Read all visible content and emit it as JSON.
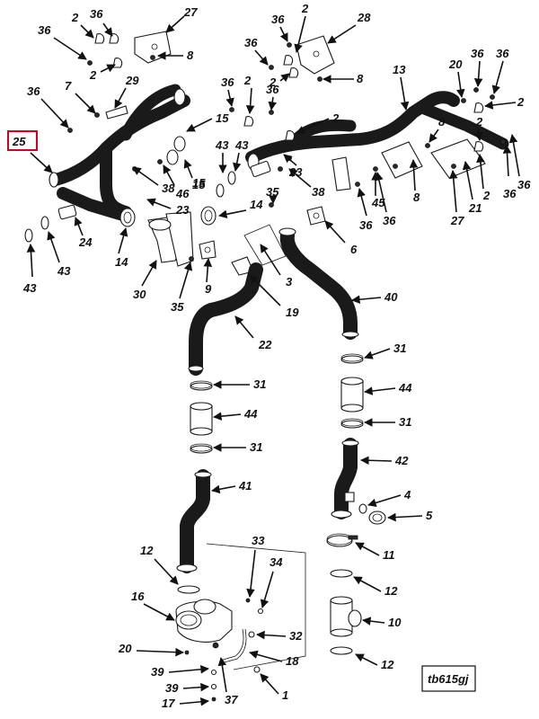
{
  "highlighted_callout": "25",
  "drawing_reference": "tb615gj",
  "callouts": [
    {
      "label": "2"
    },
    {
      "label": "36"
    },
    {
      "label": "27"
    },
    {
      "label": "36"
    },
    {
      "label": "2"
    },
    {
      "label": "8"
    },
    {
      "label": "36"
    },
    {
      "label": "2"
    },
    {
      "label": "28"
    },
    {
      "label": "36"
    },
    {
      "label": "2"
    },
    {
      "label": "8"
    },
    {
      "label": "13"
    },
    {
      "label": "20"
    },
    {
      "label": "36"
    },
    {
      "label": "36"
    },
    {
      "label": "2"
    },
    {
      "label": "36"
    },
    {
      "label": "7"
    },
    {
      "label": "29"
    },
    {
      "label": "36"
    },
    {
      "label": "2"
    },
    {
      "label": "36"
    },
    {
      "label": "15"
    },
    {
      "label": "2"
    },
    {
      "label": "8"
    },
    {
      "label": "2"
    },
    {
      "label": "25"
    },
    {
      "label": "43"
    },
    {
      "label": "43"
    },
    {
      "label": "15"
    },
    {
      "label": "23"
    },
    {
      "label": "38"
    },
    {
      "label": "45"
    },
    {
      "label": "8"
    },
    {
      "label": "2"
    },
    {
      "label": "36"
    },
    {
      "label": "38"
    },
    {
      "label": "46"
    },
    {
      "label": "15"
    },
    {
      "label": "36"
    },
    {
      "label": "36"
    },
    {
      "label": "27"
    },
    {
      "label": "21"
    },
    {
      "label": "36"
    },
    {
      "label": "23"
    },
    {
      "label": "35"
    },
    {
      "label": "14"
    },
    {
      "label": "6"
    },
    {
      "label": "43"
    },
    {
      "label": "24"
    },
    {
      "label": "43"
    },
    {
      "label": "14"
    },
    {
      "label": "30"
    },
    {
      "label": "9"
    },
    {
      "label": "3"
    },
    {
      "label": "35"
    },
    {
      "label": "19"
    },
    {
      "label": "40"
    },
    {
      "label": "22"
    },
    {
      "label": "31"
    },
    {
      "label": "31"
    },
    {
      "label": "44"
    },
    {
      "label": "44"
    },
    {
      "label": "31"
    },
    {
      "label": "31"
    },
    {
      "label": "42"
    },
    {
      "label": "41"
    },
    {
      "label": "4"
    },
    {
      "label": "5"
    },
    {
      "label": "12"
    },
    {
      "label": "33"
    },
    {
      "label": "11"
    },
    {
      "label": "34"
    },
    {
      "label": "16"
    },
    {
      "label": "12"
    },
    {
      "label": "10"
    },
    {
      "label": "32"
    },
    {
      "label": "20"
    },
    {
      "label": "18"
    },
    {
      "label": "12"
    },
    {
      "label": "39"
    },
    {
      "label": "37"
    },
    {
      "label": "39"
    },
    {
      "label": "1"
    },
    {
      "label": "17"
    }
  ]
}
